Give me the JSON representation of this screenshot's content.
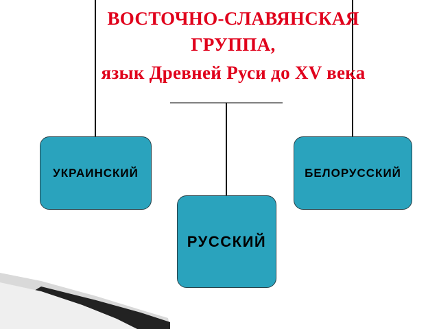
{
  "slide": {
    "title_lines": [
      "ВОСТОЧНО-СЛАВЯНСКАЯ",
      "ГРУППА,",
      "язык Древней Руси до XV века"
    ],
    "branches": [
      {
        "label": "УКРАИНСКИЙ"
      },
      {
        "label": "РУССКИЙ"
      },
      {
        "label": "БЕЛОРУССКИЙ"
      }
    ]
  },
  "colors": {
    "title": "#e0001b",
    "box_fill": "#2aa3bd",
    "box_border": "#27424a",
    "connector": "#000000"
  }
}
